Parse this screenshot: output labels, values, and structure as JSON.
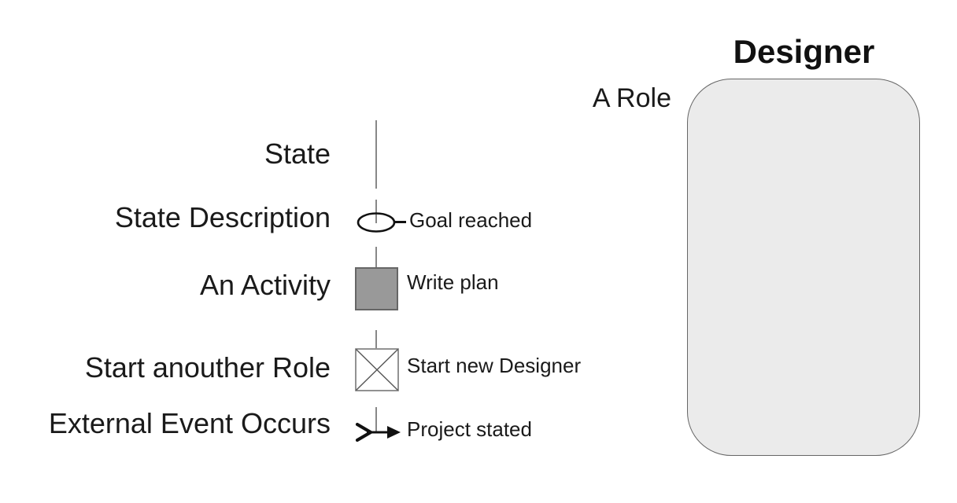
{
  "diagram": {
    "title": "Designer",
    "role_label": "A Role",
    "legend": [
      {
        "label": "State",
        "example": ""
      },
      {
        "label": "State Description",
        "example": "Goal reached"
      },
      {
        "label": "An Activity",
        "example": "Write plan"
      },
      {
        "label": "Start anouther Role",
        "example": "Start new Designer"
      },
      {
        "label": "External Event Occurs",
        "example": "Project stated"
      }
    ],
    "colors": {
      "symbol": "#111111",
      "line": "#888888",
      "text": "#1a1a1a",
      "activity_fill": "#999999",
      "activity_border": "#666666",
      "xbox_fill": "#ffffff",
      "xbox_border": "#777777",
      "role_fill": "#ebebeb",
      "role_border": "#666666"
    }
  }
}
